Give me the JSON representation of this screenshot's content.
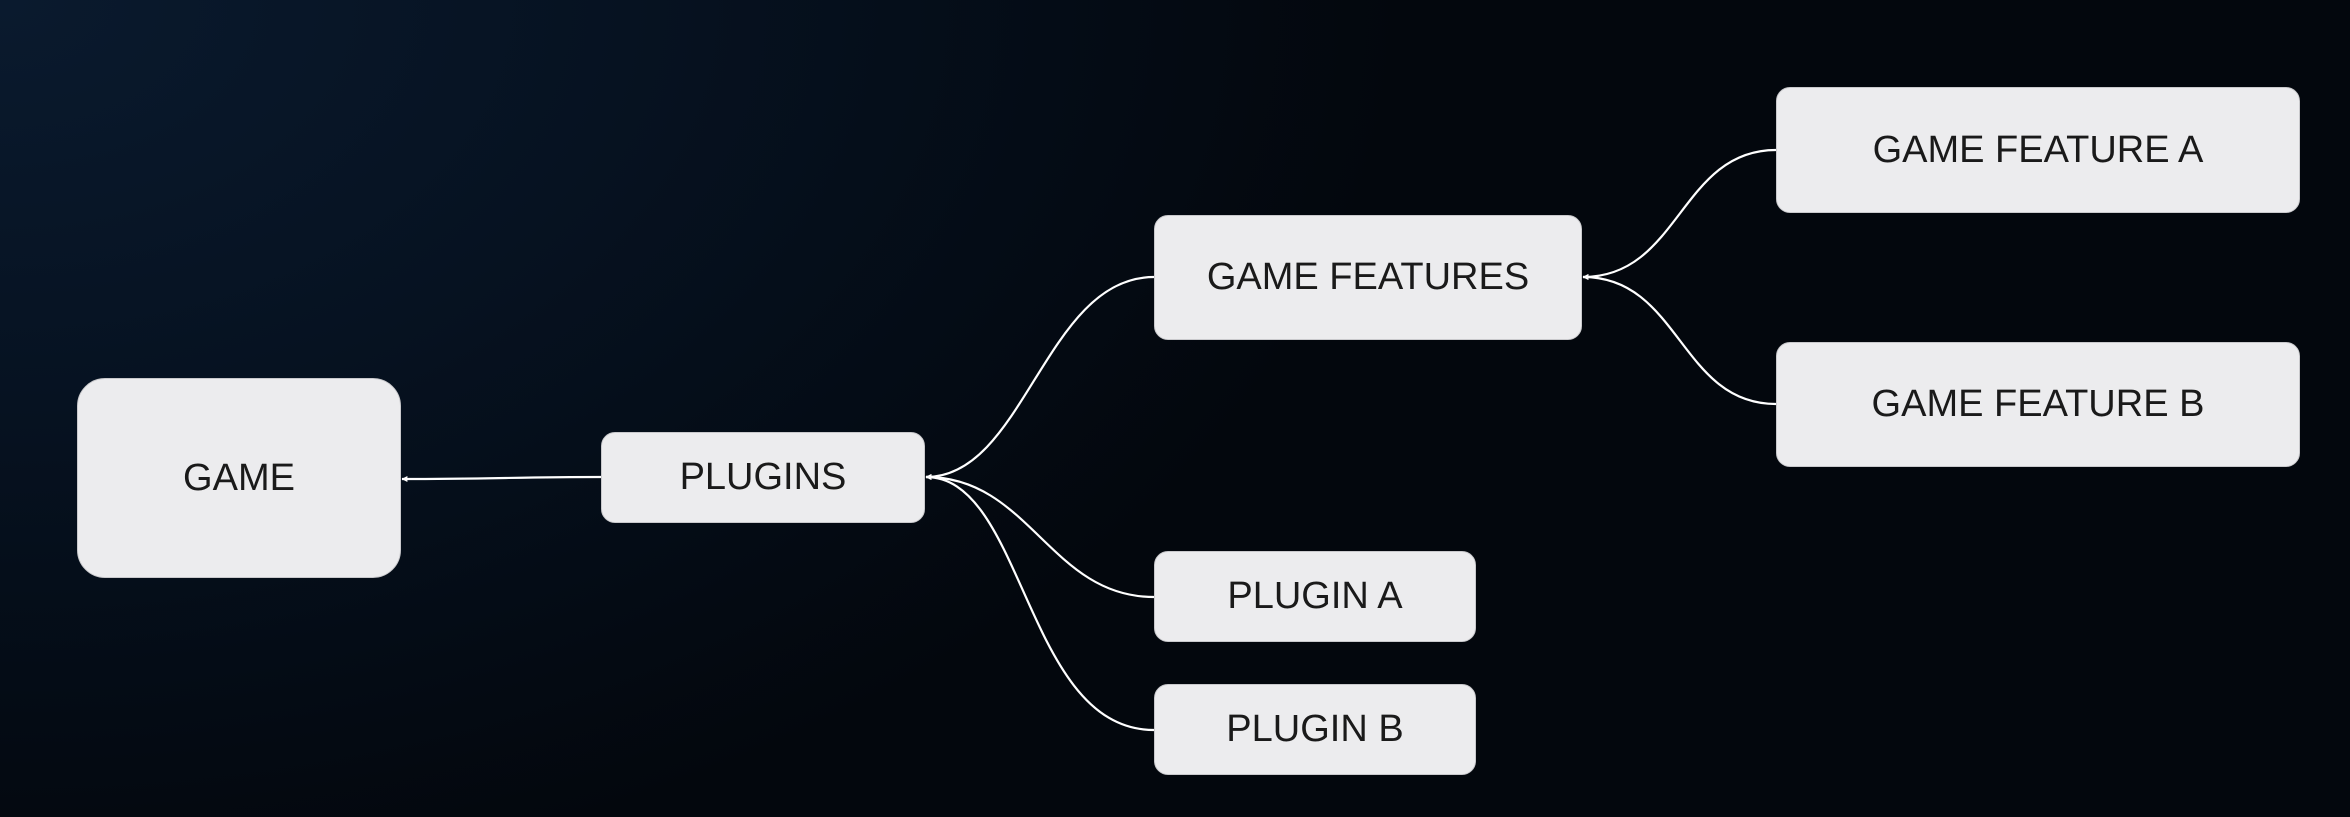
{
  "diagram": {
    "nodes": {
      "game": "GAME",
      "plugins": "PLUGINS",
      "game_features": "GAME FEATURES",
      "game_feature_a": "GAME FEATURE A",
      "game_feature_b": "GAME FEATURE B",
      "plugin_a": "PLUGIN A",
      "plugin_b": "PLUGIN B"
    },
    "edges": [
      {
        "from": "plugins",
        "to": "game"
      },
      {
        "from": "game_features",
        "to": "plugins"
      },
      {
        "from": "plugin_a",
        "to": "plugins"
      },
      {
        "from": "plugin_b",
        "to": "plugins"
      },
      {
        "from": "game_feature_a",
        "to": "game_features"
      },
      {
        "from": "game_feature_b",
        "to": "game_features"
      }
    ],
    "colors": {
      "node_fill": "#ececee",
      "node_text": "#1a1a1a",
      "connector": "#ffffff",
      "background": "#061221"
    }
  }
}
